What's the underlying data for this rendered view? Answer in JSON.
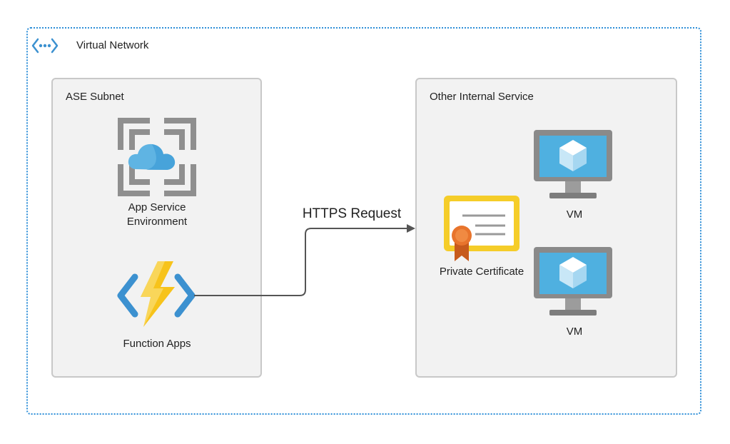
{
  "vnet": {
    "label": "Virtual Network",
    "icon": "virtual-network-icon"
  },
  "ase_subnet": {
    "title": "ASE Subnet",
    "app_service_environment": {
      "label_line1": "App Service",
      "label_line2": "Environment",
      "icon": "app-service-environment-icon"
    },
    "function_apps": {
      "label": "Function Apps",
      "icon": "function-apps-icon"
    }
  },
  "connection": {
    "label": "HTTPS Request"
  },
  "other_service": {
    "title": "Other Internal Service",
    "certificate": {
      "label": "Private Certificate",
      "icon": "certificate-icon"
    },
    "vms": [
      {
        "label": "VM",
        "icon": "vm-icon"
      },
      {
        "label": "VM",
        "icon": "vm-icon"
      }
    ]
  },
  "colors": {
    "vnet_border": "#2f8fd8",
    "box_fill": "#f2f2f2",
    "box_border": "#c8c8c8",
    "accent_blue": "#3c91d0",
    "lightning": "#f7c31b",
    "cert_gold": "#f5cd29",
    "ribbon": "#e8742c"
  }
}
